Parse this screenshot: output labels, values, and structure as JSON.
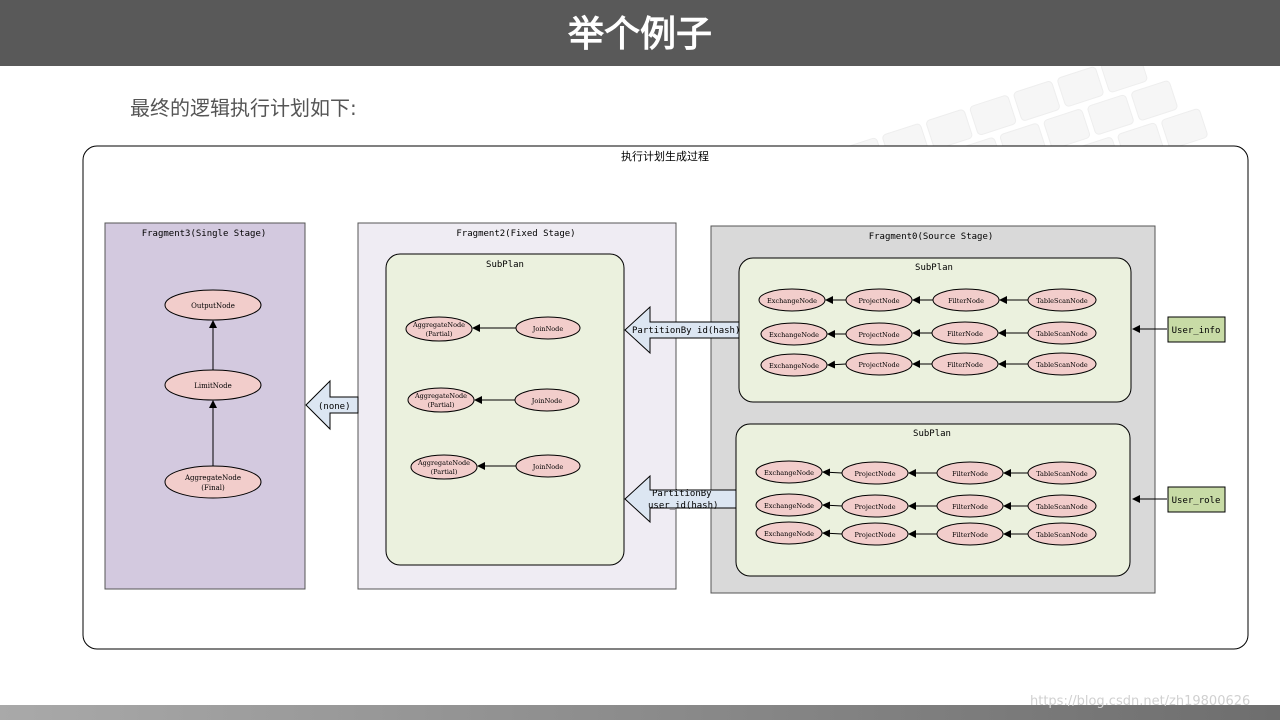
{
  "header": {
    "title": "举个例子"
  },
  "subtitle": "最终的逻辑执行计划如下:",
  "watermark": "https://blog.csdn.net/zh19800626",
  "colors": {
    "header_bg": "#595959",
    "fragment3": "#d3c9df",
    "fragment2": "#efecf3",
    "fragment0": "#d9d9d9",
    "subplan": "#ebf1de",
    "node": "#f2cdcb",
    "source": "#c8dba6",
    "arrow_fill": "#dce6f2"
  },
  "diagram": {
    "title": "执行计划生成过程",
    "fragment3": {
      "label": "Fragment3(Single Stage)",
      "nodes": [
        "OutputNode",
        "LimitNode",
        "AggregateNode",
        "(Final)"
      ]
    },
    "fragment2": {
      "label": "Fragment2(Fixed Stage)",
      "subplan_label": "SubPlan",
      "aggregate_label": "AggregateNode",
      "partial_label": "(Partial)",
      "join_label": "JoinNode"
    },
    "fragment0": {
      "label": "Fragment0(Source Stage)",
      "subplan_label": "SubPlan",
      "node_labels": {
        "exchange": "ExchangeNode",
        "project": "ProjectNode",
        "filter": "FilterNode",
        "scan": "TableScanNode"
      }
    },
    "arrows": {
      "none": "(none)",
      "partition1": "PartitionBy id(hash)",
      "partition2_line1": "PartitionBy",
      "partition2_line2": "user_id(hash)"
    },
    "sources": [
      "User_info",
      "User_role"
    ]
  }
}
